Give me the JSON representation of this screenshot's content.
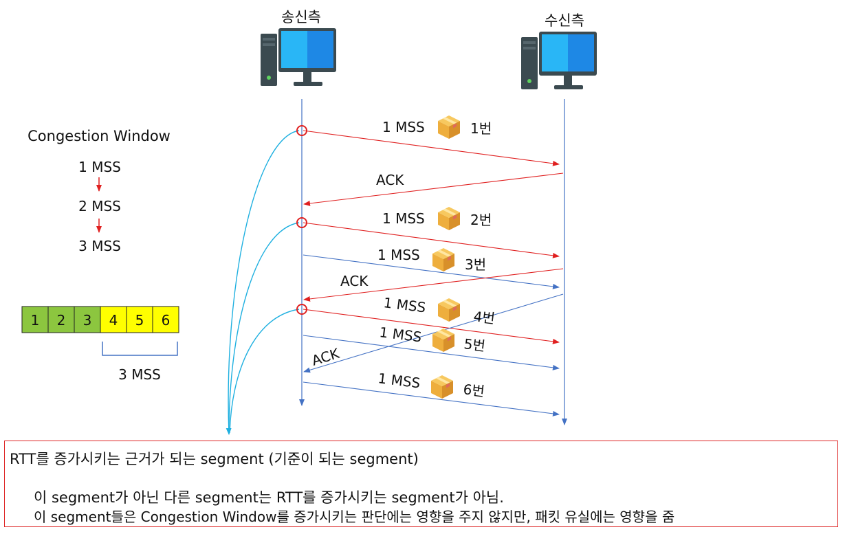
{
  "sender_label": "송신측",
  "receiver_label": "수신측",
  "cwnd": {
    "title": "Congestion Window",
    "steps": [
      "1 MSS",
      "2 MSS",
      "3 MSS"
    ]
  },
  "window_boxes": [
    {
      "label": "1",
      "color": "#8cc63f"
    },
    {
      "label": "2",
      "color": "#8cc63f"
    },
    {
      "label": "3",
      "color": "#8cc63f"
    },
    {
      "label": "4",
      "color": "#ffff00"
    },
    {
      "label": "5",
      "color": "#ffff00"
    },
    {
      "label": "6",
      "color": "#ffff00"
    }
  ],
  "window_caption": "3 MSS",
  "segments": [
    {
      "mss": "1 MSS",
      "num": "1번"
    },
    {
      "mss": "1 MSS",
      "num": "2번"
    },
    {
      "mss": "1 MSS",
      "num": "3번"
    },
    {
      "mss": "1 MSS",
      "num": "4번"
    },
    {
      "mss": "1 MSS",
      "num": "5번"
    },
    {
      "mss": "1 MSS",
      "num": "6번"
    }
  ],
  "ack_labels": [
    "ACK",
    "ACK",
    "ACK"
  ],
  "colors": {
    "rtt_arrow": "#e02020",
    "other_arrow": "#4472c4",
    "curve": "#1fb0e0",
    "marker": "#e02020"
  },
  "note": {
    "line1": "RTT를 증가시키는 근거가 되는 segment (기준이 되는 segment)",
    "line2": "이 segment가 아닌 다른 segment는 RTT를 증가시키는 segment가 아님.",
    "line3": "이 segment들은 Congestion Window를 증가시키는 판단에는 영향을 주지 않지만, 패킷 유실에는 영향을 줌"
  }
}
